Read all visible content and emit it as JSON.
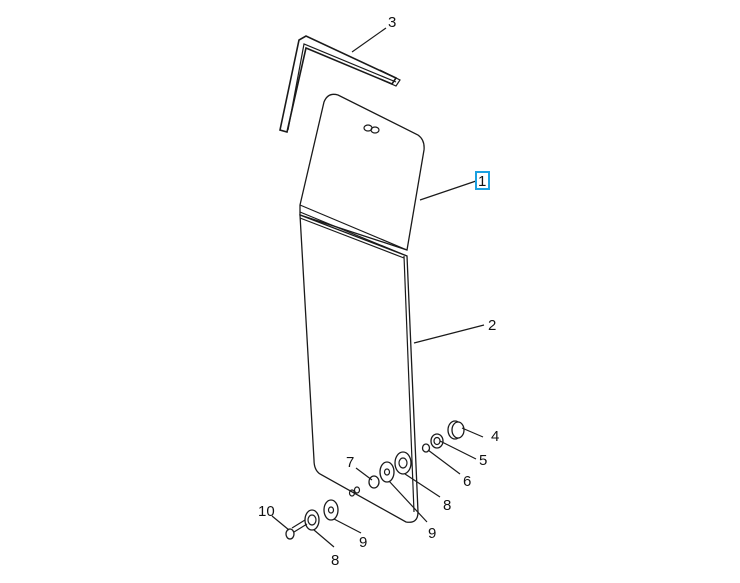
{
  "diagram": {
    "callouts": {
      "c1": "1",
      "c2": "2",
      "c3": "3",
      "c4": "4",
      "c5": "5",
      "c6": "6",
      "c7": "7",
      "c8a": "8",
      "c9a": "9",
      "c10": "10",
      "c8b": "8",
      "c9b": "9"
    },
    "highlight_color": "#1aa0e0"
  }
}
